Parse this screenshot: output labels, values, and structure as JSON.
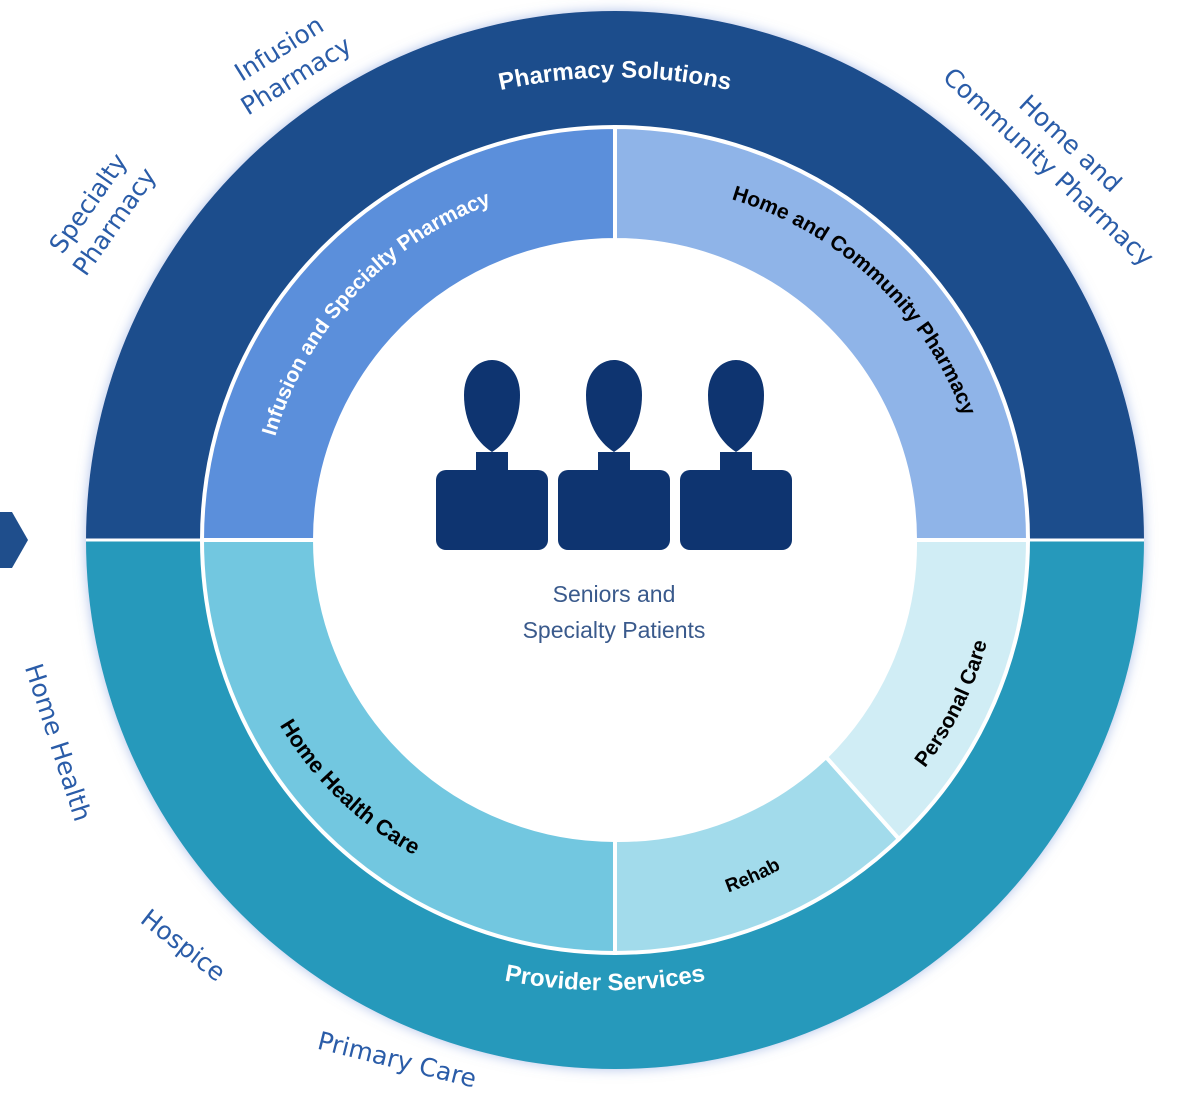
{
  "center": {
    "lines": [
      "Seniors and",
      "Specialty Patients"
    ],
    "icon": "people-group-icon"
  },
  "rings": {
    "top_label": "Pharmacy Solutions",
    "bottom_label": "Provider Services"
  },
  "segments": {
    "infusion_specialty": "Infusion and Specialty Pharmacy",
    "home_community": "Home and Community Pharmacy",
    "home_health": "Home Health Care",
    "rehab": "Rehab",
    "personal_care": "Personal Care"
  },
  "outer_labels": {
    "infusion": [
      "Infusion",
      "Pharmacy"
    ],
    "specialty": [
      "Specialty",
      "Pharmacy"
    ],
    "home_community": [
      "Home and",
      "Community Pharmacy"
    ],
    "home_health": "Home Health",
    "hospice": "Hospice",
    "primary_care": "Primary Care"
  },
  "colors": {
    "top_ring": "#1f4e8c",
    "bottom_ring": "#2699bb",
    "infusion_specialty": "#5b8fdb",
    "home_community": "#8fb4e8",
    "home_health": "#72c7e0",
    "rehab": "#a2dbeb",
    "personal_care": "#d0edf5",
    "icon": "#0e3470",
    "outer_text": "#2a5ca8",
    "center_text": "#3a5a8c"
  }
}
